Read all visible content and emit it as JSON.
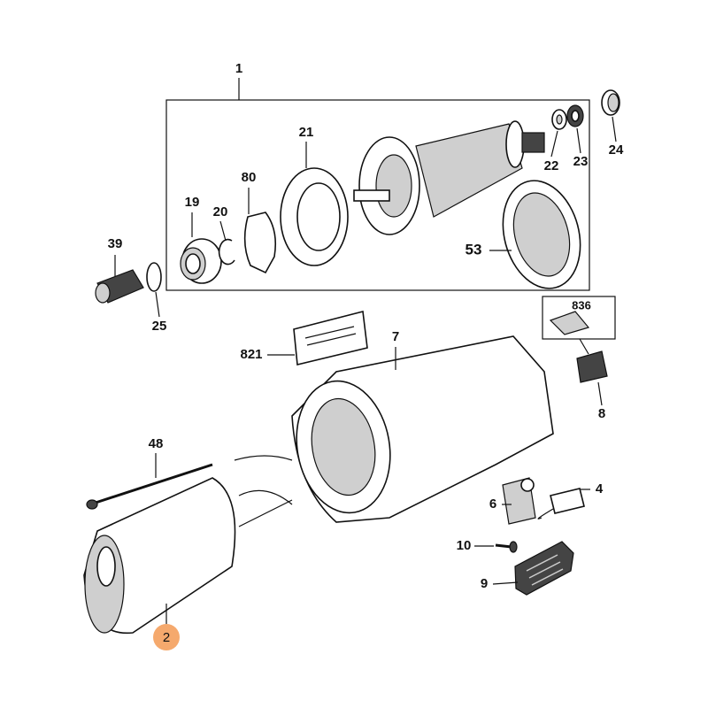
{
  "diagram": {
    "highlight_color": "#f5a96d",
    "highlighted_part": "2",
    "callouts": {
      "p1": "1",
      "p21": "21",
      "p80": "80",
      "p19": "19",
      "p20": "20",
      "p22": "22",
      "p23": "23",
      "p24": "24",
      "p39": "39",
      "p25": "25",
      "p53": "53",
      "p836": "836",
      "p821": "821",
      "p7": "7",
      "p8": "8",
      "p48": "48",
      "p6": "6",
      "p4": "4",
      "p10": "10",
      "p9": "9",
      "p2": "2"
    }
  }
}
